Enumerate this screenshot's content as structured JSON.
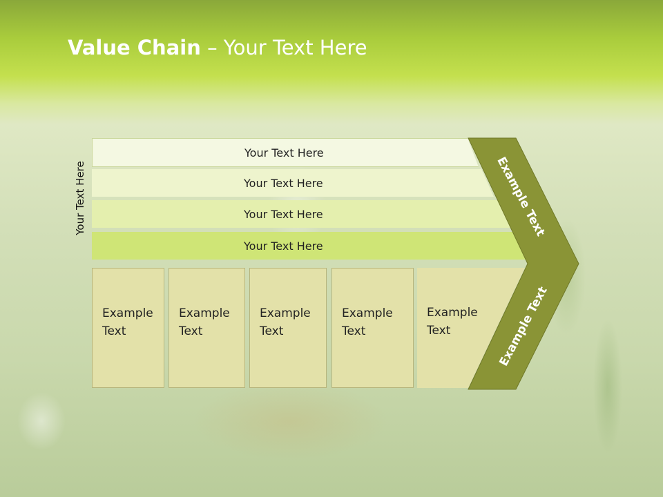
{
  "title": {
    "bold": "Value Chain",
    "rest": " – Your Text Here"
  },
  "side_label": "Your Text Here",
  "bands": [
    "Your Text Here",
    "Your Text Here",
    "Your Text Here",
    "Your Text Here"
  ],
  "boxes": [
    {
      "line1": "Example",
      "line2": "Text"
    },
    {
      "line1": "Example",
      "line2": "Text"
    },
    {
      "line1": "Example",
      "line2": "Text"
    },
    {
      "line1": "Example",
      "line2": "Text"
    },
    {
      "line1": "Example",
      "line2": "Text"
    }
  ],
  "chevron": {
    "upper": "Example Text",
    "lower": "Example Text",
    "color": "#8a9436"
  }
}
